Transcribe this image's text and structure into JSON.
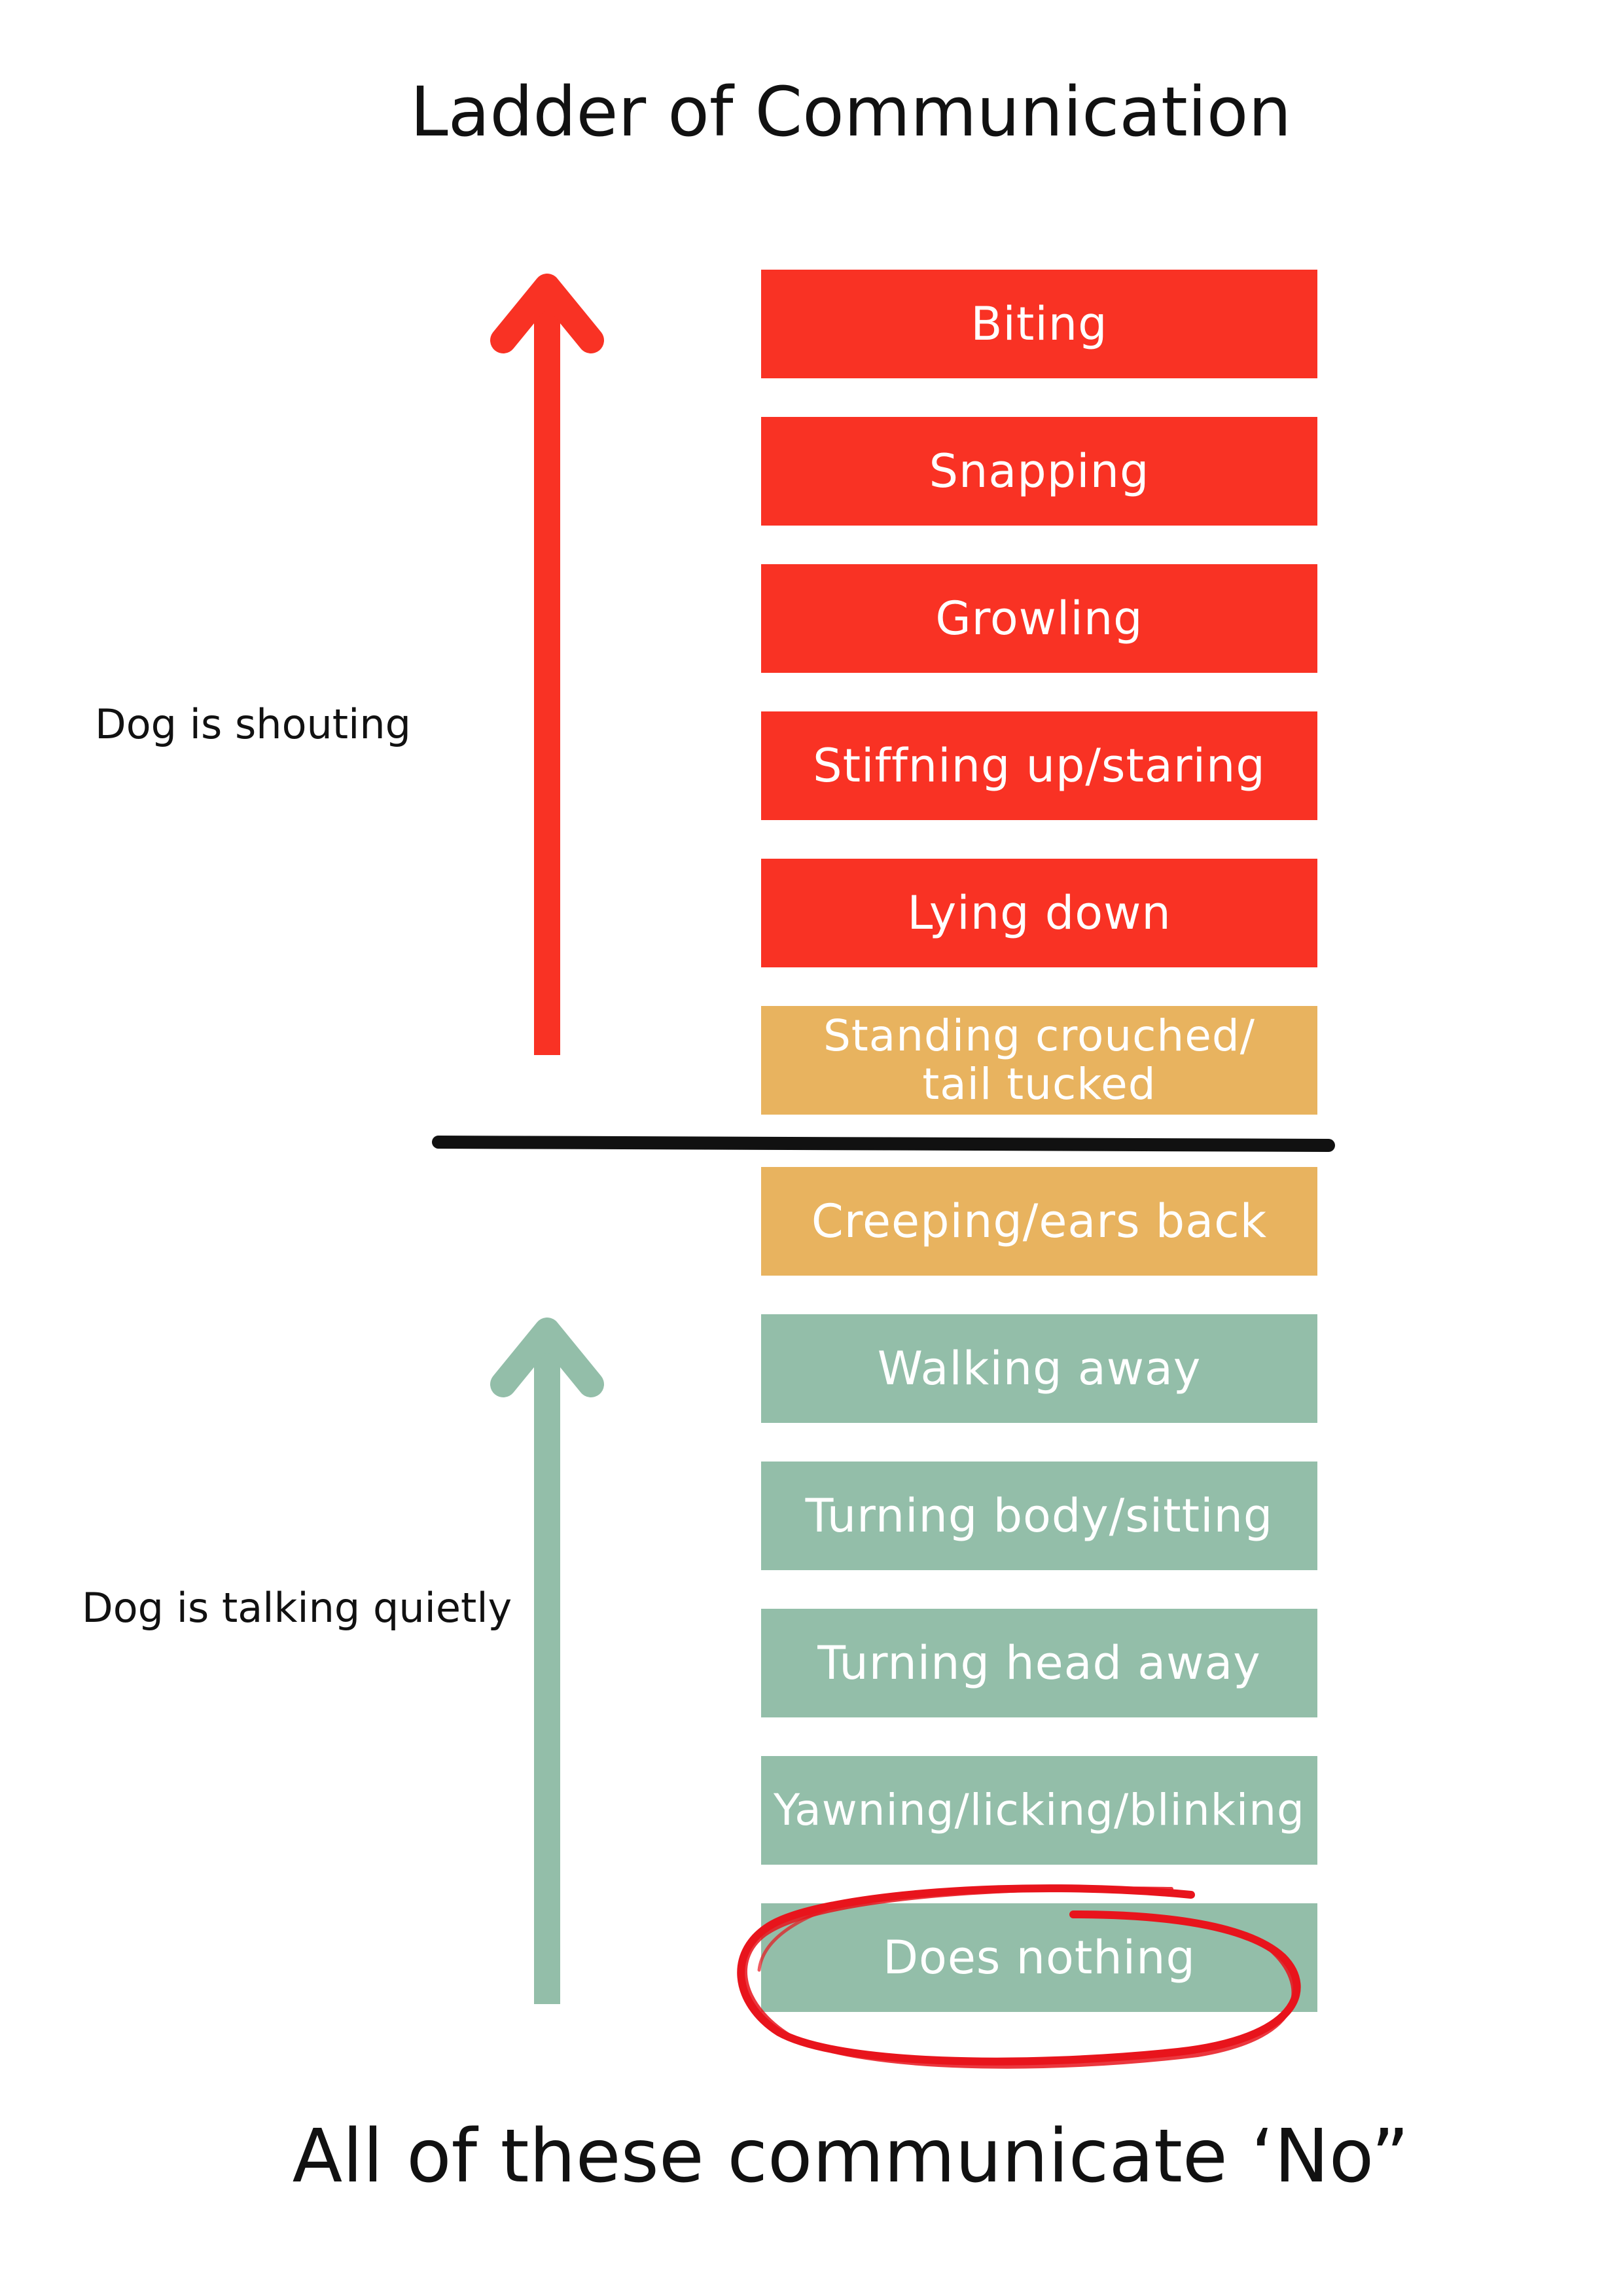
{
  "title": "Ladder of Communication",
  "footer": "All of these communicate ‘No”",
  "side_labels": {
    "shouting": "Dog is shouting",
    "quiet": "Dog is talking quietly"
  },
  "rungs": [
    {
      "label": "Biting",
      "level": "red"
    },
    {
      "label": "Snapping",
      "level": "red"
    },
    {
      "label": "Growling",
      "level": "red"
    },
    {
      "label": "Stiffning up/staring",
      "level": "red"
    },
    {
      "label": "Lying down",
      "level": "red"
    },
    {
      "label": "Standing crouched/\ntail tucked",
      "level": "amber"
    },
    {
      "label": "Creeping/ears back",
      "level": "amber"
    },
    {
      "label": "Walking away",
      "level": "green"
    },
    {
      "label": "Turning body/sitting",
      "level": "green"
    },
    {
      "label": "Turning head away",
      "level": "green"
    },
    {
      "label": "Yawning/licking/blinking",
      "level": "green"
    },
    {
      "label": "Does nothing",
      "level": "green",
      "circled": true
    }
  ],
  "colors": {
    "red": "#f93224",
    "amber": "#e8b35f",
    "green": "#93bea9",
    "divider": "#111111",
    "circle": "#e8141c"
  },
  "icons": {
    "upper_arrow": "arrow-up-icon",
    "lower_arrow": "arrow-up-icon"
  }
}
